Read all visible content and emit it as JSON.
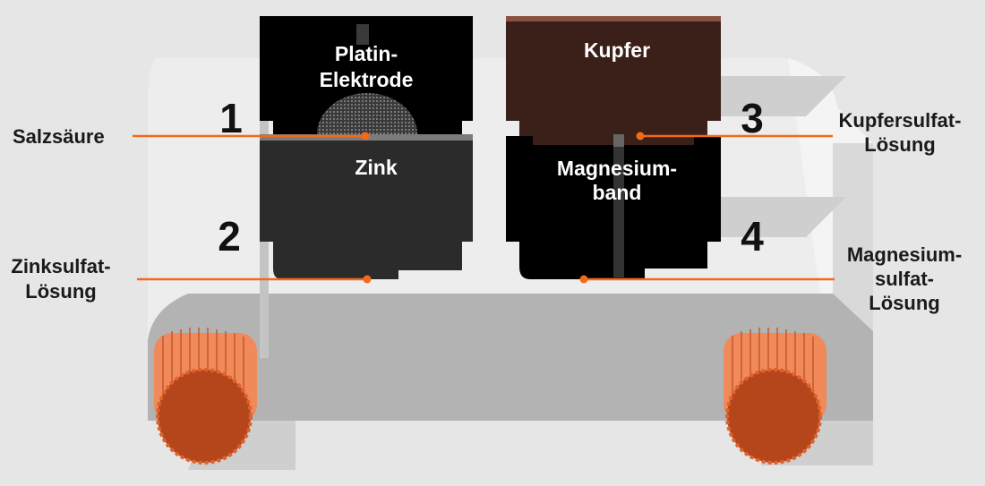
{
  "colors": {
    "accent": "#f26a1b",
    "copper": "#3b2019",
    "zinc": "#2b2b2b",
    "cylinder": "#f08a5a"
  },
  "cells": [
    {
      "number": "1",
      "electrode_line1": "Platin-",
      "electrode_line2": "Elektrode"
    },
    {
      "number": "2",
      "electrode": "Zink"
    },
    {
      "number": "3",
      "electrode": "Kupfer"
    },
    {
      "number": "4",
      "electrode_line1": "Magnesium-",
      "electrode_line2": "band"
    }
  ],
  "labels": {
    "salzsaeure": "Salzsäure",
    "zinksulfat_line1": "Zinksulfat-",
    "zinksulfat_line2": "Lösung",
    "kupfersulfat_line1": "Kupfersulfat-",
    "kupfersulfat_line2": "Lösung",
    "magnesiumsulfat_line1": "Magnesium-",
    "magnesiumsulfat_line2": "sulfat-",
    "magnesiumsulfat_line3": "Lösung"
  }
}
